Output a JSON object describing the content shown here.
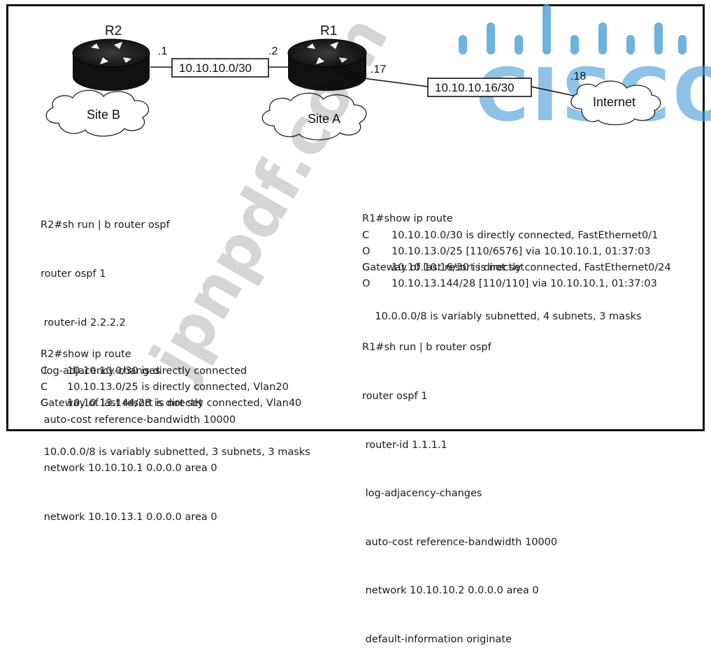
{
  "topology": {
    "routers": [
      {
        "name": "R2",
        "site": "Site B"
      },
      {
        "name": "R1",
        "site": "Site A"
      }
    ],
    "links": [
      {
        "network": "10.10.10.0/30",
        "left_ip": ".1",
        "right_ip": ".2"
      },
      {
        "network": "10.10.10.16/30",
        "left_ip": ".17",
        "right_ip": ".18"
      }
    ],
    "internet_label": "Internet"
  },
  "r2_config": {
    "lines": [
      "R2#sh run | b router ospf",
      "router ospf 1",
      " router-id 2.2.2.2",
      " log-adjacency-changes",
      " auto-cost reference-bandwidth 10000",
      " network 10.10.10.1 0.0.0.0 area 0",
      " network 10.10.13.1 0.0.0.0 area 0"
    ]
  },
  "r2_routes": {
    "header": [
      "R2#show ip route",
      "Gateway of last resort is not set",
      " 10.0.0.0/8 is variably subnetted, 3 subnets, 3 masks"
    ],
    "entries": [
      {
        "code": "C",
        "text": "10.10.10.0/30 is directly connected"
      },
      {
        "code": "C",
        "text": "10.10.13.0/25 is directly connected, Vlan20"
      },
      {
        "code": "C",
        "text": "10.10.13.144/28 is directly connected, Vlan40"
      }
    ]
  },
  "r1_routes": {
    "header": [
      "R1#show ip route",
      "Gateway of last resort is not set",
      "    10.0.0.0/8 is variably subnetted, 4 subnets, 3 masks"
    ],
    "entries": [
      {
        "code": "C",
        "text": "10.10.10.0/30 is directly connected, FastEthernet0/1"
      },
      {
        "code": "O",
        "text": "10.10.13.0/25 [110/6576] via 10.10.10.1, 01:37:03"
      },
      {
        "code": "C",
        "text": "10.10.10.16/30 is directly connected, FastEthernet0/24"
      },
      {
        "code": "O",
        "text": "10.10.13.144/28 [110/110] via 10.10.10.1, 01:37:03"
      }
    ]
  },
  "r1_config": {
    "lines": [
      "R1#sh run | b router ospf",
      "router ospf 1",
      " router-id 1.1.1.1",
      " log-adjacency-changes",
      " auto-cost reference-bandwidth 10000",
      " network 10.10.10.2 0.0.0.0 area 0",
      " default-information originate"
    ]
  },
  "watermark": {
    "text": "jpnpdf.com",
    "logo_text": "CISCO",
    "logo_color": "#4a9fd8"
  }
}
